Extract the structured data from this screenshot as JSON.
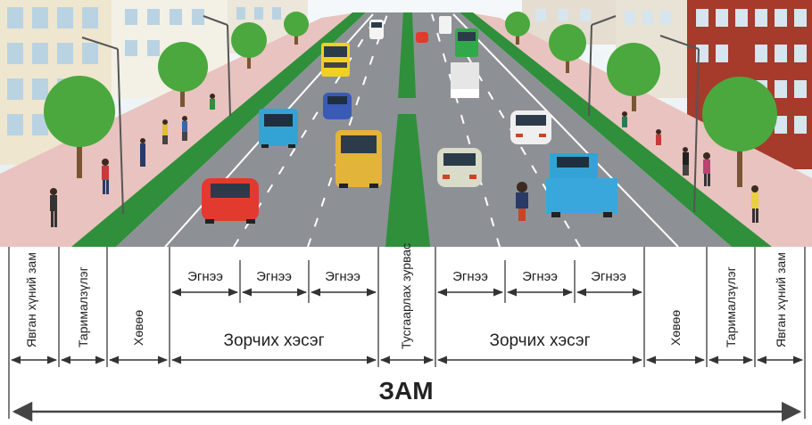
{
  "colors": {
    "asphalt": "#8d9196",
    "median_green": "#2f8f3a",
    "sidewalk": "#e9c3bf",
    "sky": "#eef4f7",
    "building_left": "#efe6cf",
    "building_right": "#a63a2b",
    "tree": "#4aa83e",
    "line": "#3a3a3a"
  },
  "zones": [
    {
      "label": "Явган хүний зам",
      "orient": "vertical"
    },
    {
      "label": "Тарималзүлэг",
      "display": "Тарималзүлэг",
      "orient": "vertical"
    },
    {
      "label": "Хөвөө",
      "orient": "vertical"
    },
    {
      "label": "Зорчих хэсэг",
      "orient": "horizontal"
    },
    {
      "label": "Тусгаарлах зурвас",
      "orient": "vertical"
    },
    {
      "label": "Зорчих хэсэг",
      "orient": "horizontal"
    },
    {
      "label": "Хөвөө",
      "orient": "vertical"
    },
    {
      "label": "Тарималзүлэг",
      "orient": "vertical"
    },
    {
      "label": "Явган хүний зам",
      "orient": "vertical"
    }
  ],
  "lane_label": "Эгнээ",
  "title": "ЗАМ",
  "icons": [
    "bus-icon",
    "car-icon",
    "truck-icon",
    "tree-icon",
    "pedestrian-icon",
    "street-lamp-icon",
    "motorcycle-icon"
  ]
}
